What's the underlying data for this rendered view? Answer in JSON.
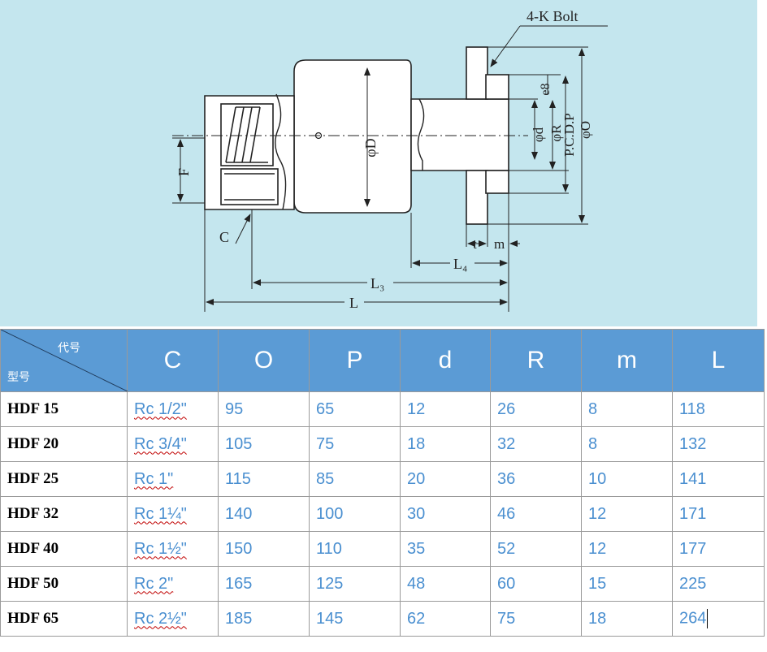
{
  "drawing": {
    "labels": {
      "bolt": "4-K Bolt",
      "e8": "e8",
      "od": "φd",
      "or": "φR",
      "pcd": "P.C.D.P",
      "oo": "φO",
      "oD": "φD",
      "f": "F",
      "c": "C",
      "t": "t",
      "m": "m",
      "l4": "L₄",
      "l3": "L₃",
      "l": "L"
    }
  },
  "table": {
    "corner": {
      "code": "代号",
      "model": "型号"
    },
    "headers": [
      "C",
      "O",
      "P",
      "d",
      "R",
      "m",
      "L"
    ],
    "rows": [
      {
        "model": "HDF 15",
        "c": "Rc 1/2\"",
        "o": "95",
        "p": "65",
        "d": "12",
        "r": "26",
        "m": "8",
        "l": "118"
      },
      {
        "model": "HDF 20",
        "c": "Rc 3/4\"",
        "o": "105",
        "p": "75",
        "d": "18",
        "r": "32",
        "m": "8",
        "l": "132"
      },
      {
        "model": "HDF 25",
        "c": "Rc 1\"",
        "o": "115",
        "p": "85",
        "d": "20",
        "r": "36",
        "m": "10",
        "l": "141"
      },
      {
        "model": "HDF 32",
        "c": "Rc 1¼\"",
        "o": "140",
        "p": "100",
        "d": "30",
        "r": "46",
        "m": "12",
        "l": "171"
      },
      {
        "model": "HDF 40",
        "c": "Rc 1½\"",
        "o": "150",
        "p": "110",
        "d": "35",
        "r": "52",
        "m": "12",
        "l": "177"
      },
      {
        "model": "HDF 50",
        "c": "Rc 2\"",
        "o": "165",
        "p": "125",
        "d": "48",
        "r": "60",
        "m": "15",
        "l": "225"
      },
      {
        "model": "HDF 65",
        "c": "Rc 2½\"",
        "o": "185",
        "p": "145",
        "d": "62",
        "r": "75",
        "m": "18",
        "l": "264"
      }
    ]
  }
}
